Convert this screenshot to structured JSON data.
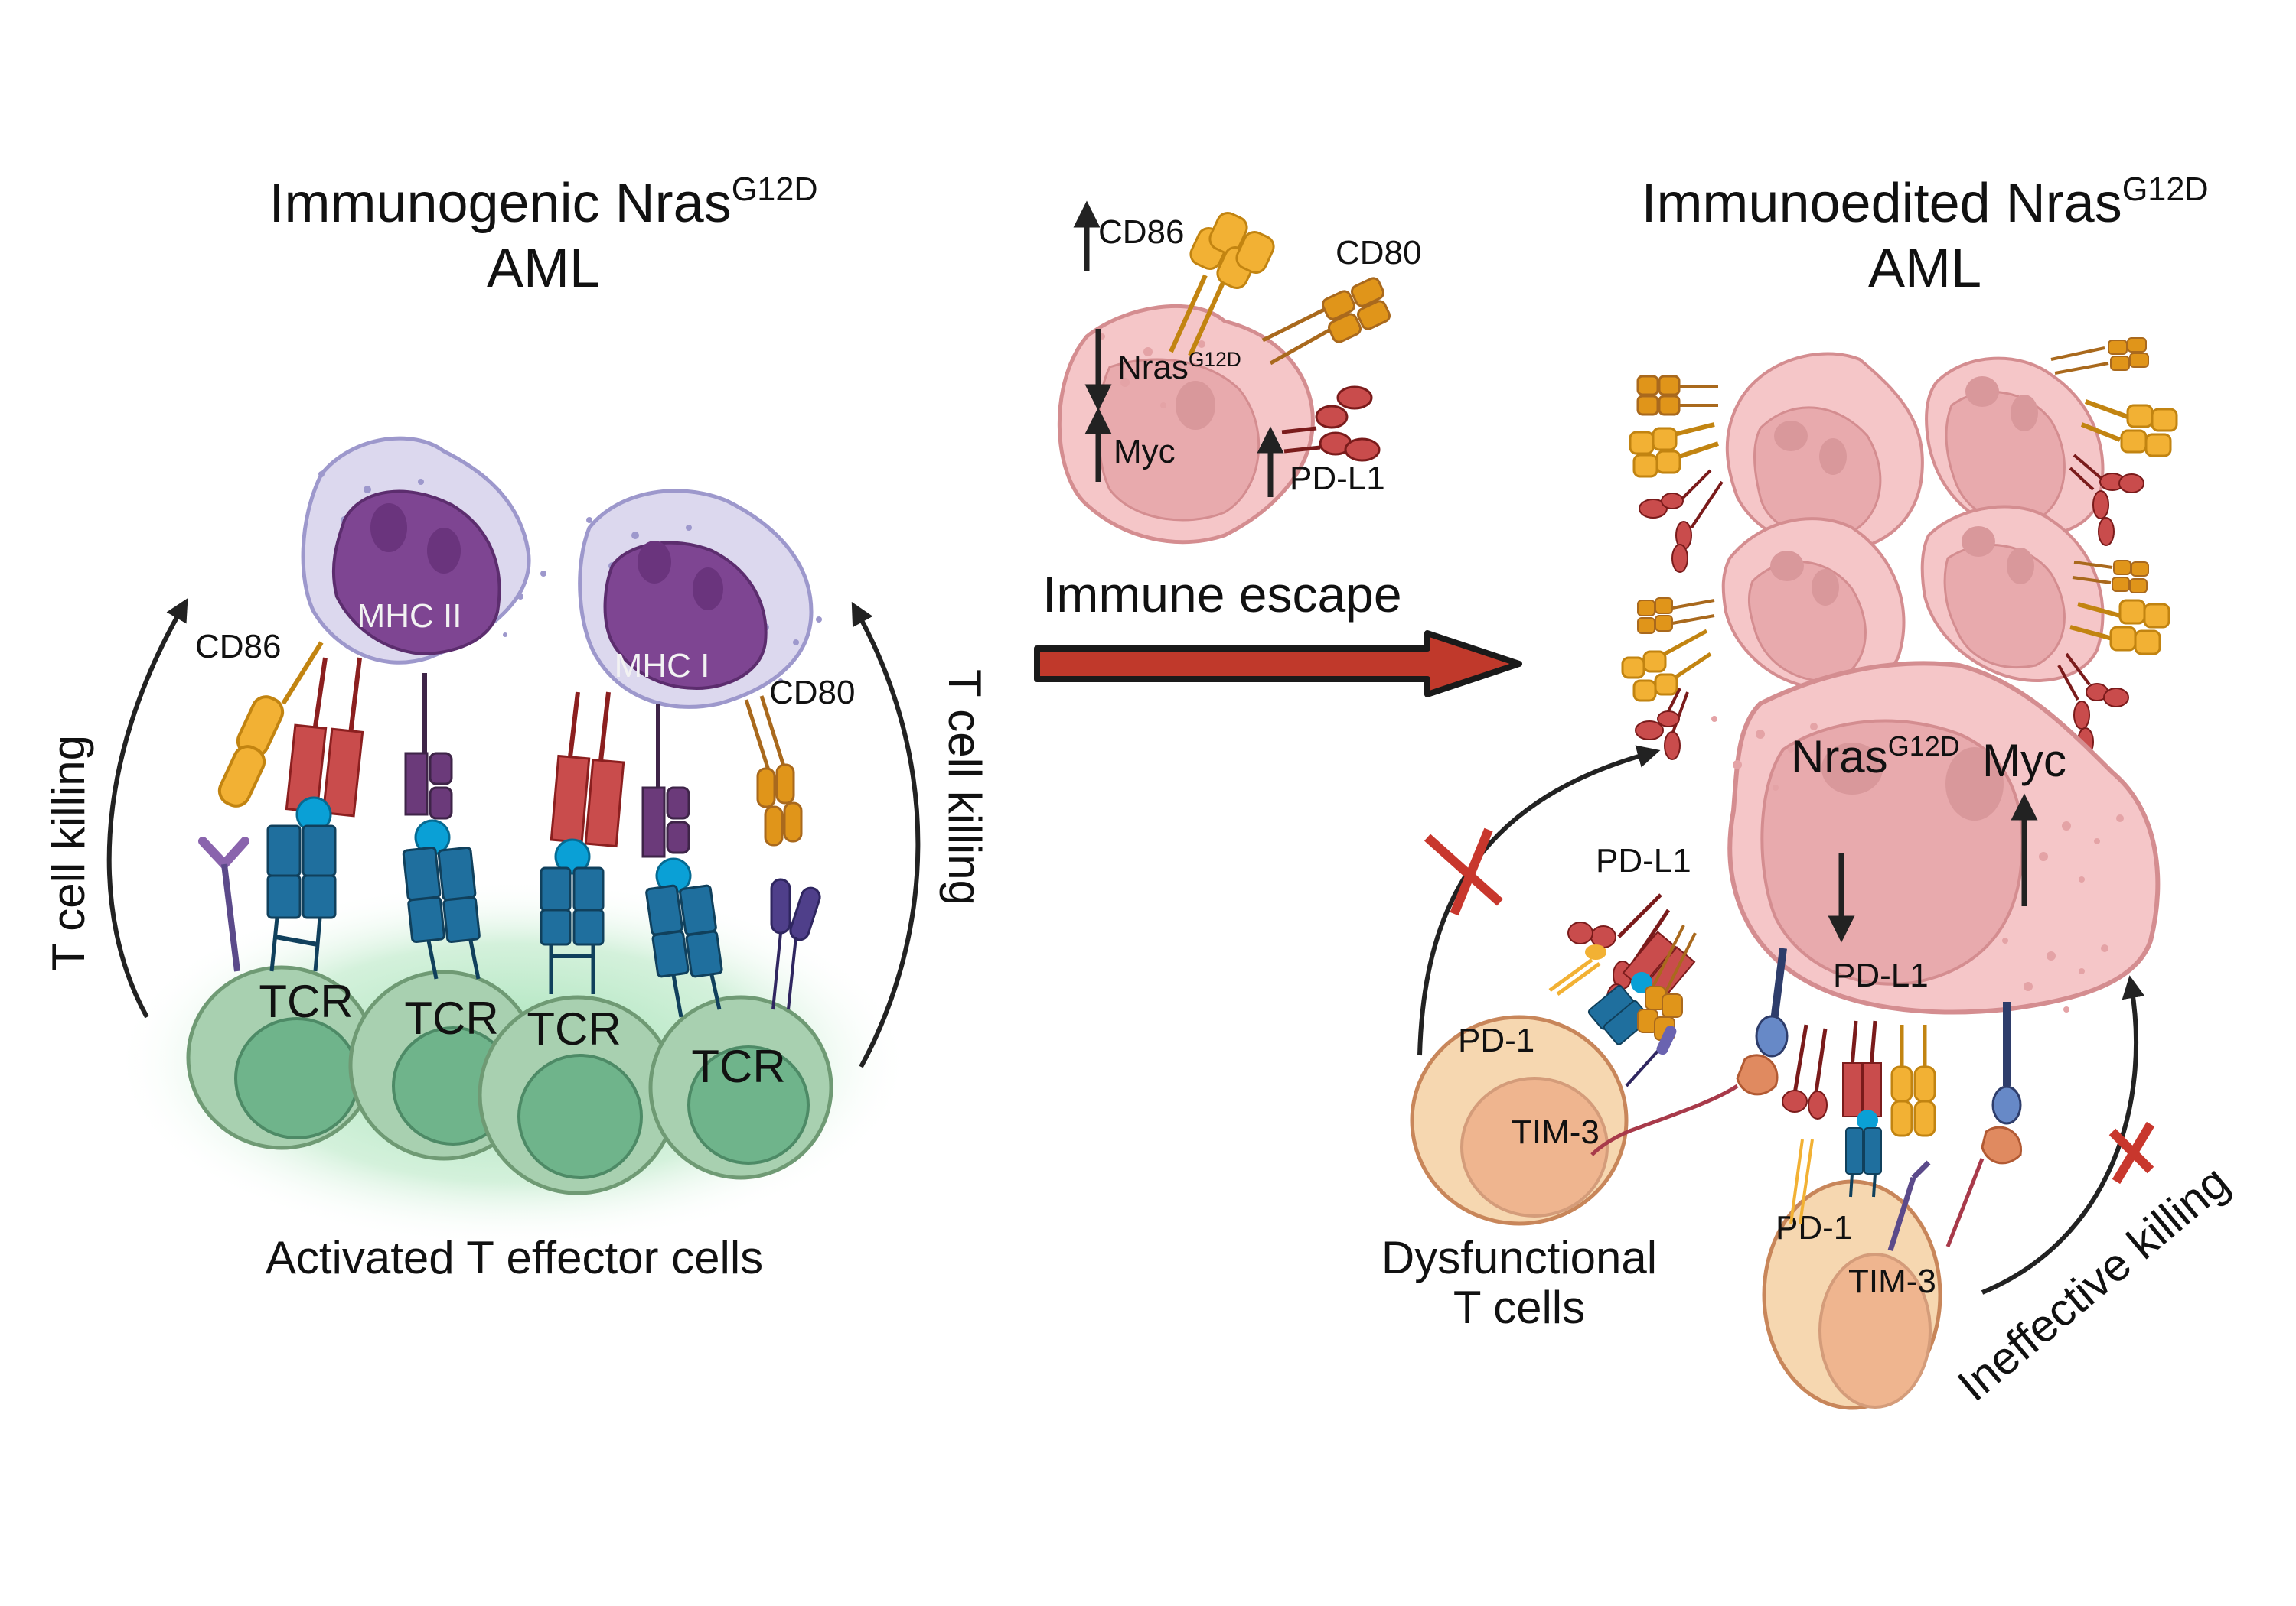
{
  "left_panel": {
    "title_prefix": "Immunogenic Nras",
    "title_superscript": "G12D",
    "title_line2": "AML",
    "apc_labels": {
      "mhc2": "MHC II",
      "mhc1": "MHC I"
    },
    "costim_labels": {
      "cd86": "CD86",
      "cd80": "CD80"
    },
    "tcr_labels": [
      "TCR",
      "TCR",
      "TCR",
      "TCR"
    ],
    "killing_left": "T cell killing",
    "killing_right": "T cell killing",
    "caption": "Activated T effector cells"
  },
  "middle": {
    "cd86_label": "CD86",
    "cd80_label": "CD80",
    "nras_prefix": "Nras",
    "nras_superscript": "G12D",
    "myc_label": "Myc",
    "pdl1_label": "PD-L1",
    "arrow_directions": {
      "cd86": "up",
      "nras": "down",
      "myc": "up",
      "pdl1": "up"
    },
    "transition_label": "Immune escape",
    "transition_arrow_color": "#c0392b"
  },
  "right_panel": {
    "title_prefix": "Immunoedited Nras",
    "title_superscript": "G12D",
    "title_line2": "AML",
    "tumor_nras_prefix": "Nras",
    "tumor_nras_superscript": "G12D",
    "tumor_myc_label": "Myc",
    "tumor_nras_direction": "down",
    "tumor_myc_direction": "up",
    "pdl1_labels": [
      "PD-L1",
      "PD-L1"
    ],
    "tcell1": {
      "pd1": "PD-1",
      "tim3": "TIM-3"
    },
    "tcell2": {
      "pd1": "PD-1",
      "tim3": "TIM-3"
    },
    "dysfunctional_line1": "Dysfunctional",
    "dysfunctional_line2": "T cells",
    "ineffective_label": "Ineffective killing",
    "blocked_marker": "x"
  },
  "colors": {
    "apc_fill": "#dcd8ee",
    "apc_stroke": "#9d98cc",
    "apc_nucleus": "#7e4592",
    "tcell_active": "#a8d0b0",
    "tcell_active_nucleus": "#6fb48b",
    "tumor_fill": "#f5c6c8",
    "tumor_stroke": "#d48d90",
    "tumor_nucleus": "#e8aaad",
    "tcell_dys": "#f6d7b0",
    "tcell_dys_nucleus": "#efb58f",
    "tcr_blue": "#1f6f9e",
    "mhc2_red": "#c94c4c",
    "mhc1_purple": "#6b3a7a",
    "costim_gold": "#f2b134",
    "pdl1_red": "#c94c4c",
    "block_red": "#c8372d"
  }
}
